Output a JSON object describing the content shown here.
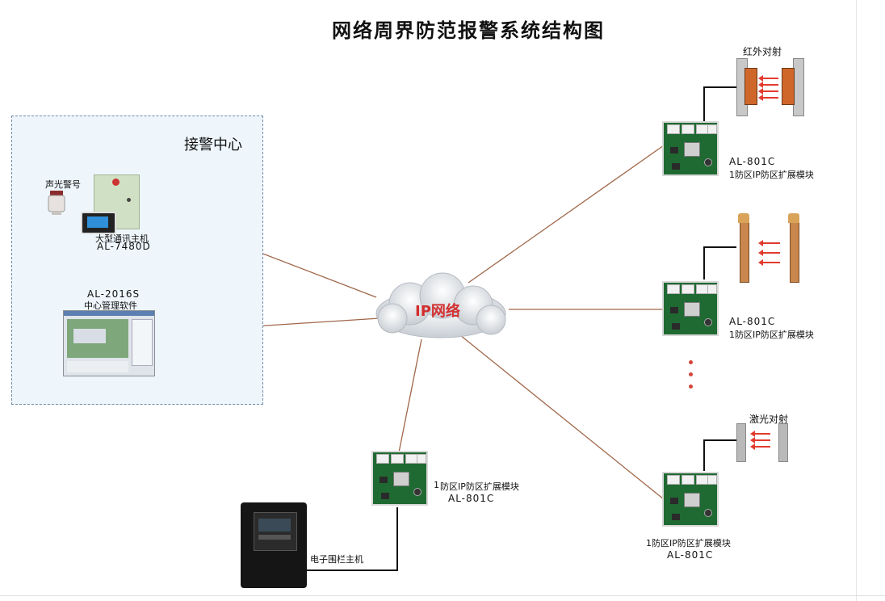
{
  "title": "网络周界防范报警系统结构图",
  "alarm_center": {
    "label": "接警中心",
    "siren_label": "声光警号",
    "host_name": "大型通讯主机",
    "host_model": "AL-7480D",
    "software_model": "AL-2016S",
    "software_name": "中心管理软件"
  },
  "network": {
    "label": "IP网络"
  },
  "modules": [
    {
      "model": "AL-801C",
      "name": "1防区IP防区扩展模块",
      "detector": "红外对射"
    },
    {
      "model": "AL-801C",
      "name": "1防区IP防区扩展模块",
      "detector": ""
    },
    {
      "model": "AL-801C",
      "name": "1防区IP防区扩展模块",
      "detector": "激光对射"
    },
    {
      "model": "AL-801C",
      "name": "防区IP防区扩展模块",
      "prefix": "1",
      "detector": "电子围栏主机"
    }
  ],
  "colors": {
    "link": "#a0674a",
    "cable": "#111111",
    "arrow": "#e23b2e",
    "pcb": "#1f6a32"
  },
  "icons": [
    "alarm-siren-icon",
    "cloud-icon",
    "pcb-module-icon",
    "infrared-beam-icon",
    "laser-beam-icon",
    "fence-host-icon"
  ]
}
